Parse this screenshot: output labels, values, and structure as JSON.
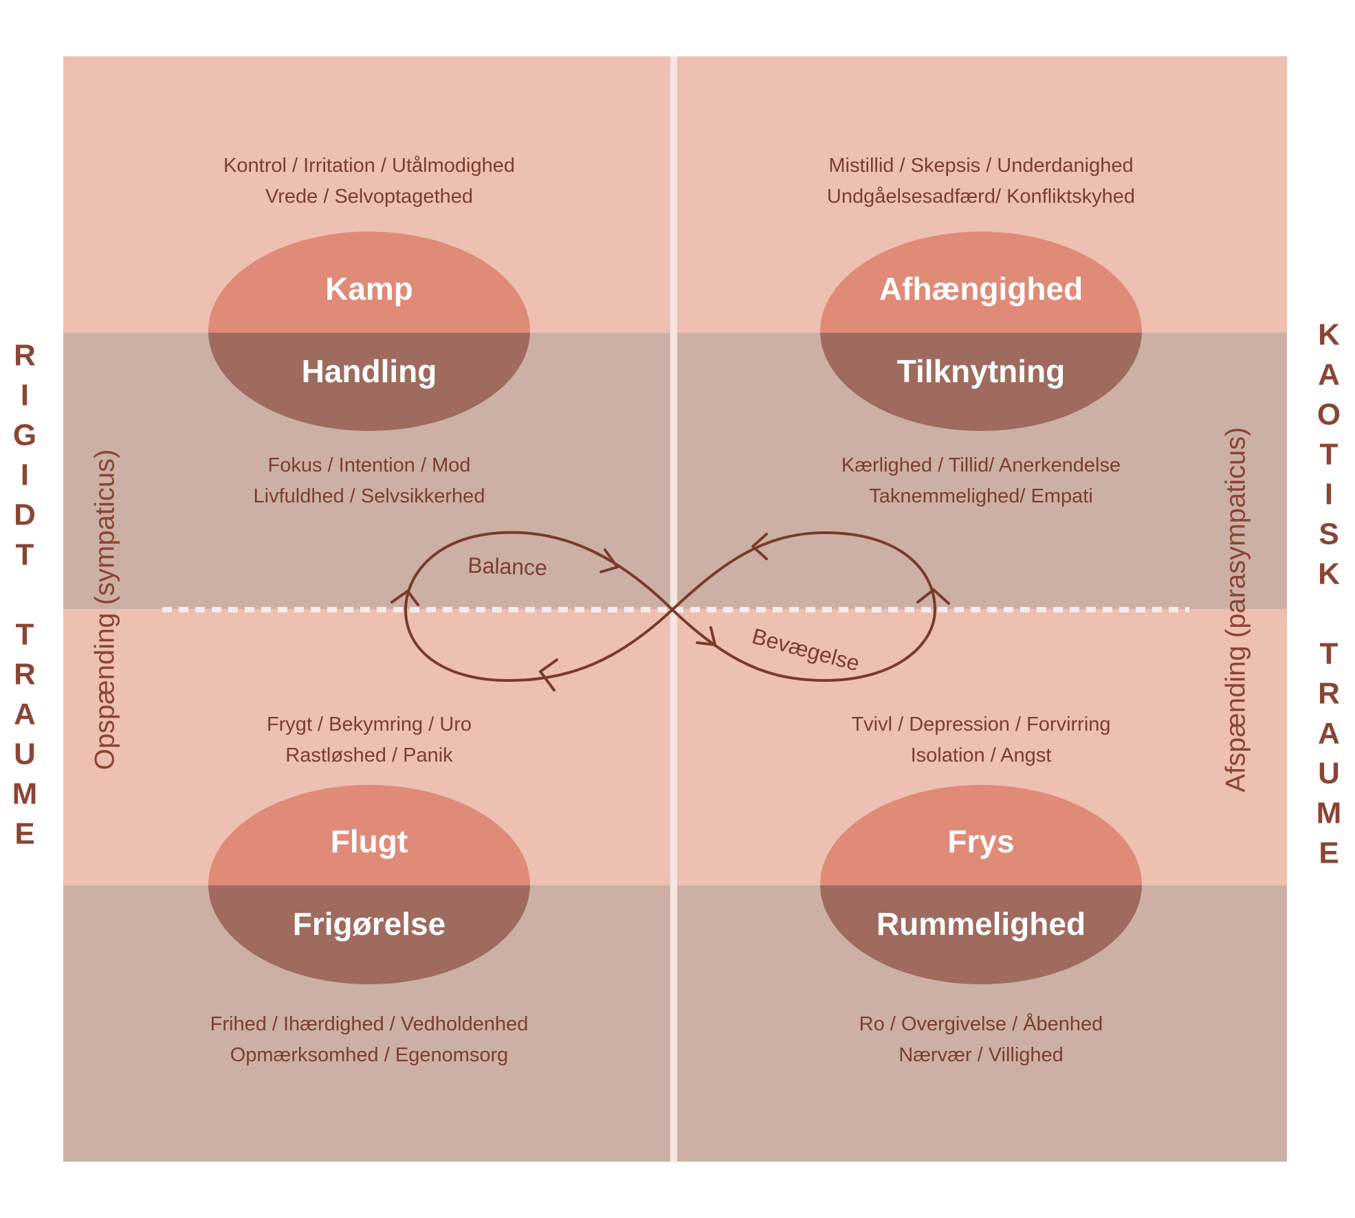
{
  "colors": {
    "band_light": "#edc0b1",
    "band_dark": "#cdb0a5",
    "oval_top": "#e08a78",
    "oval_bottom": "#9e6b5e",
    "text_main": "#7a3e30",
    "accent": "#8a4535",
    "divider": "#f7e6e0",
    "curve": "#7a3a2c"
  },
  "quadrants": {
    "top_left": {
      "top_text": [
        "Kontrol / Irritation / Utålmodighed",
        "Vrede / Selvoptagethed"
      ],
      "oval_top": "Kamp",
      "oval_bottom": "Handling",
      "bottom_text": [
        "Fokus / Intention / Mod",
        "Livfuldhed / Selvsikkerhed"
      ]
    },
    "top_right": {
      "top_text": [
        "Mistillid / Skepsis / Underdanighed",
        "Undgåelsesadfærd/ Konfliktskyhed"
      ],
      "oval_top": "Afhængighed",
      "oval_bottom": "Tilknytning",
      "bottom_text": [
        "Kærlighed / Tillid/ Anerkendelse",
        "Taknemmelighed/ Empati"
      ]
    },
    "bottom_left": {
      "top_text": [
        "Frygt / Bekymring / Uro",
        "Rastløshed / Panik"
      ],
      "oval_top": "Flugt",
      "oval_bottom": "Frigørelse",
      "bottom_text": [
        "Frihed / Ihærdighed / Vedholdenhed",
        "Opmærksomhed / Egenomsorg"
      ]
    },
    "bottom_right": {
      "top_text": [
        "Tvivl / Depression / Forvirring",
        "Isolation / Angst"
      ],
      "oval_top": "Frys",
      "oval_bottom": "Rummelighed",
      "bottom_text": [
        "Ro / Overgivelse / Åbenhed",
        "Nærvær / Villighed"
      ]
    }
  },
  "infinity": {
    "left_label": "Balance",
    "right_label": "Bevægelse"
  },
  "sides": {
    "left_vertical": "Opspænding (sympaticus)",
    "right_vertical": "Afspænding (parasympaticus)",
    "left_letters": [
      "R",
      "I",
      "G",
      "I",
      "D",
      "T",
      "",
      "T",
      "R",
      "A",
      "U",
      "M",
      "E"
    ],
    "right_letters": [
      "K",
      "A",
      "O",
      "T",
      "I",
      "S",
      "K",
      "",
      "T",
      "R",
      "A",
      "U",
      "M",
      "E"
    ]
  }
}
